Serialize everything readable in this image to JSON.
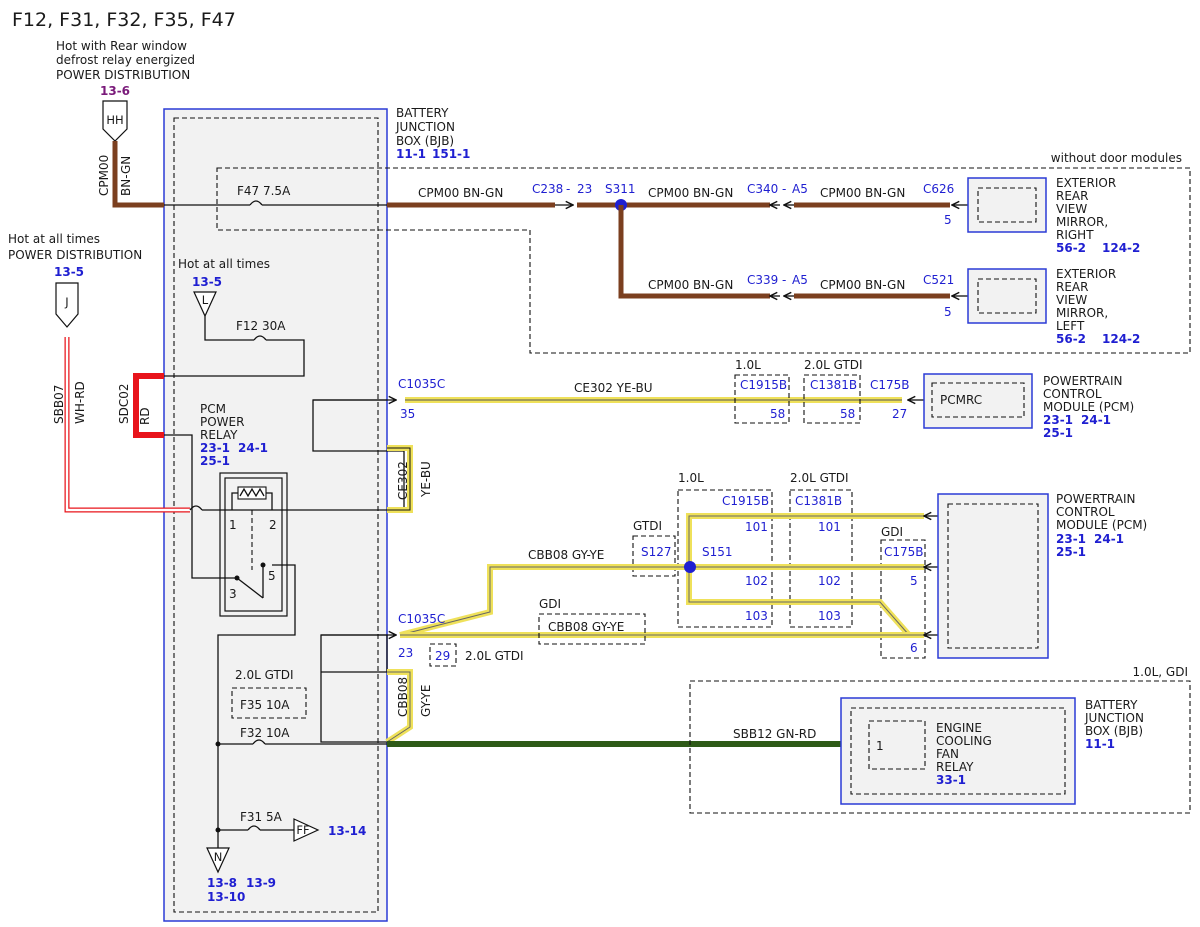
{
  "header": {
    "title": "F12, F31, F32, F35, F47"
  },
  "sources": {
    "hh": {
      "desc1": "Hot with Rear window",
      "desc2": "defrost relay energized",
      "desc3": "POWER DISTRIBUTION",
      "ref": "13-6",
      "letter": "HH"
    },
    "j": {
      "desc1": "Hot at all times",
      "desc2": "POWER DISTRIBUTION",
      "ref": "13-5",
      "letter": "J"
    },
    "l": {
      "desc": "Hot at all times",
      "ref": "13-5",
      "letter": "L"
    },
    "n": {
      "letter": "N",
      "ref1": "13-8",
      "ref2": "13-9",
      "ref3": "13-10"
    },
    "ff": {
      "letter": "FF",
      "ref": "13-14"
    }
  },
  "bjb": {
    "l1": "BATTERY",
    "l2": "JUNCTION",
    "l3": "BOX (BJB)",
    "ref1": "11-1",
    "ref2": "151-1"
  },
  "regions": {
    "door": "without door modules",
    "gdi": "1.0L, GDI",
    "v10": "1.0L",
    "v20": "2.0L GTDI",
    "gtdi": "GTDI",
    "gdi_short": "GDI"
  },
  "fuses": {
    "f47": "F47  7.5A",
    "f12": "F12  30A",
    "f35": "F35  10A",
    "f32": "F32  10A",
    "f31": "F31  5A",
    "f35_note": "2.0L GTDI"
  },
  "relay": {
    "l1": "PCM",
    "l2": "POWER",
    "l3": "RELAY",
    "ref1": "23-1",
    "ref2": "24-1",
    "ref3": "25-1",
    "p1": "1",
    "p2": "2",
    "p3": "3",
    "p5": "5"
  },
  "wires": {
    "cpm00": "CPM00",
    "cpm00_color": "BN-GN",
    "cpm00_full": "CPM00  BN-GN",
    "sbb07": "SBB07",
    "sbb07_color": "WH-RD",
    "sdc02": "SDC02",
    "sdc02_color": "RD",
    "ce302": "CE302  YE-BU",
    "ce302_short": "CE302",
    "ce302_color": "YE-BU",
    "cbb08": "CBB08  GY-YE",
    "cbb08_short": "CBB08",
    "cbb08_color": "GY-YE",
    "sbb12": "SBB12  GN-RD"
  },
  "connectors": {
    "c238": "C238",
    "c238_pin": "23",
    "s311": "S311",
    "c340": "C340",
    "c340_pin": "A5",
    "c339": "C339",
    "c339_pin": "A5",
    "c626": "C626",
    "c626_pin": "5",
    "c521": "C521",
    "c521_pin": "5",
    "c1035c": "C1035C",
    "c1035c_pin_a": "35",
    "c1035c_pin_b": "23",
    "c1035c_pin_c": "29",
    "c1915b": "C1915B",
    "c1915b_pin": "58",
    "c1381b": "C1381B",
    "c1381b_pin": "58",
    "c175b": "C175B",
    "c175b_pin": "27",
    "s127": "S127",
    "s151": "S151",
    "c1915b_pins": [
      "101",
      "102",
      "103"
    ],
    "c1381b_pins": [
      "101",
      "102",
      "103"
    ],
    "c175b_pins": [
      "5",
      "6"
    ],
    "note_gtdi": "2.0L GTDI"
  },
  "components": {
    "mirror_r": {
      "l1": "EXTERIOR",
      "l2": "REAR",
      "l3": "VIEW",
      "l4": "MIRROR,",
      "l5": "RIGHT",
      "ref1": "56-2",
      "ref2": "124-2"
    },
    "mirror_l": {
      "l1": "EXTERIOR",
      "l2": "REAR",
      "l3": "VIEW",
      "l4": "MIRROR,",
      "l5": "LEFT",
      "ref1": "56-2",
      "ref2": "124-2"
    },
    "pcm1": {
      "l1": "POWERTRAIN",
      "l2": "CONTROL",
      "l3": "MODULE (PCM)",
      "ref1": "23-1",
      "ref2": "24-1",
      "ref3": "25-1",
      "inner": "PCMRC"
    },
    "pcm2": {
      "l1": "POWERTRAIN",
      "l2": "CONTROL",
      "l3": "MODULE (PCM)",
      "ref1": "23-1",
      "ref2": "24-1",
      "ref3": "25-1"
    },
    "fan": {
      "l1": "ENGINE",
      "l2": "COOLING",
      "l3": "FAN",
      "l4": "RELAY",
      "ref": "33-1",
      "pin": "1"
    },
    "bjb2": {
      "l1": "BATTERY",
      "l2": "JUNCTION",
      "l3": "BOX (BJB)",
      "ref": "11-1"
    }
  },
  "colors": {
    "brown": "#7b3f1f",
    "red": "#e8141b",
    "yellow": "#efe15a",
    "green": "#2e5a17",
    "blue": "#2b3bd6",
    "link_blue": "#1f1fd1",
    "purple": "#7a1a7a"
  }
}
